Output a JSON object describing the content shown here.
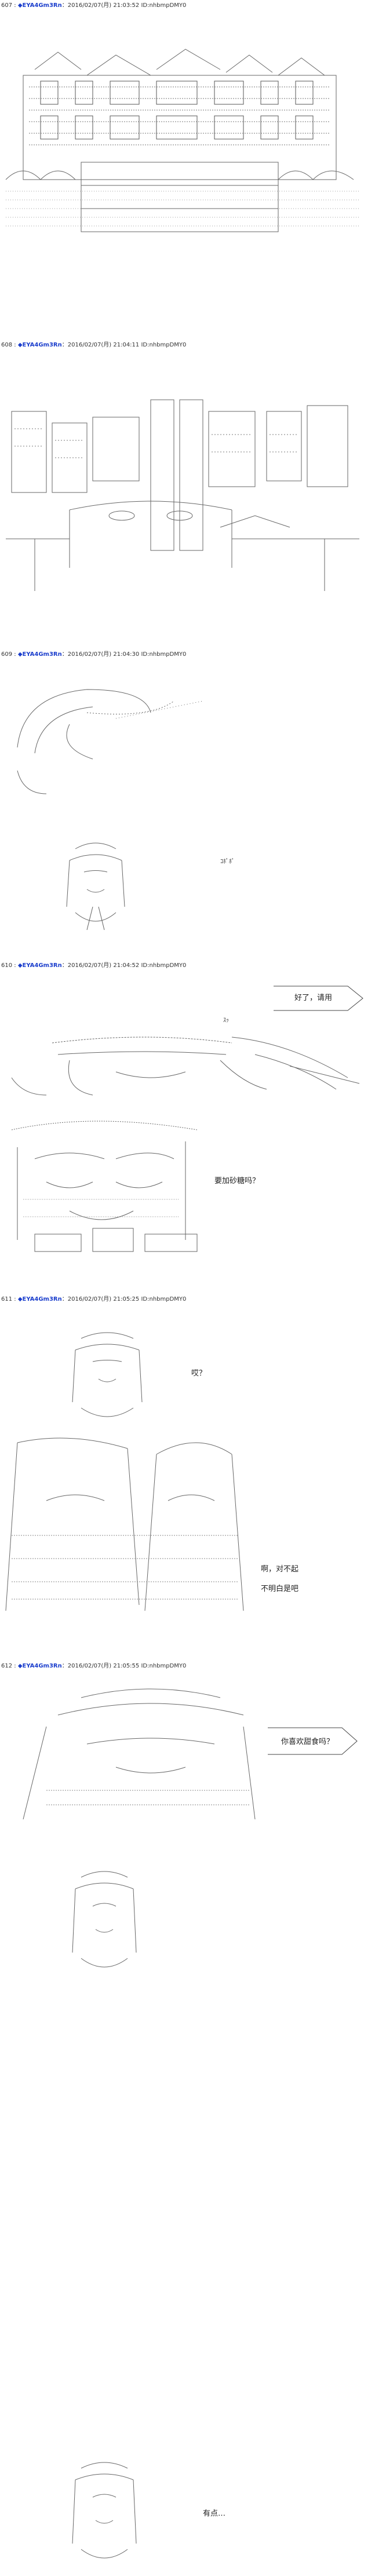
{
  "posts": [
    {
      "number": "607 :",
      "name": "◆EYA4Gm3Rn",
      "meta": "：2016/02/07(月) 21:03:52 ID:nhbmpDMY0",
      "lines": []
    },
    {
      "number": "608 :",
      "name": "◆EYA4Gm3Rn",
      "meta": "：2016/02/07(月) 21:04:11 ID:nhbmpDMY0",
      "lines": []
    },
    {
      "number": "609 :",
      "name": "◆EYA4Gm3Rn",
      "meta": "：2016/02/07(月) 21:04:30 ID:nhbmpDMY0",
      "lines": [
        "ｺﾎﾟﾎﾟ"
      ]
    },
    {
      "number": "610 :",
      "name": "◆EYA4Gm3Rn",
      "meta": "：2016/02/07(月) 21:04:52 ID:nhbmpDMY0",
      "lines": [
        "好了，请用",
        "ｽｯ",
        "要加砂糖吗？"
      ]
    },
    {
      "number": "611 :",
      "name": "◆EYA4Gm3Rn",
      "meta": "：2016/02/07(月) 21:05:25 ID:nhbmpDMY0",
      "lines": [
        "哎？",
        "啊，对不起",
        "不明白是吧"
      ]
    },
    {
      "number": "612 :",
      "name": "◆EYA4Gm3Rn",
      "meta": "：2016/02/07(月) 21:05:55 ID:nhbmpDMY0",
      "lines": [
        "你喜欢甜食吗？",
        "有点…"
      ]
    }
  ]
}
